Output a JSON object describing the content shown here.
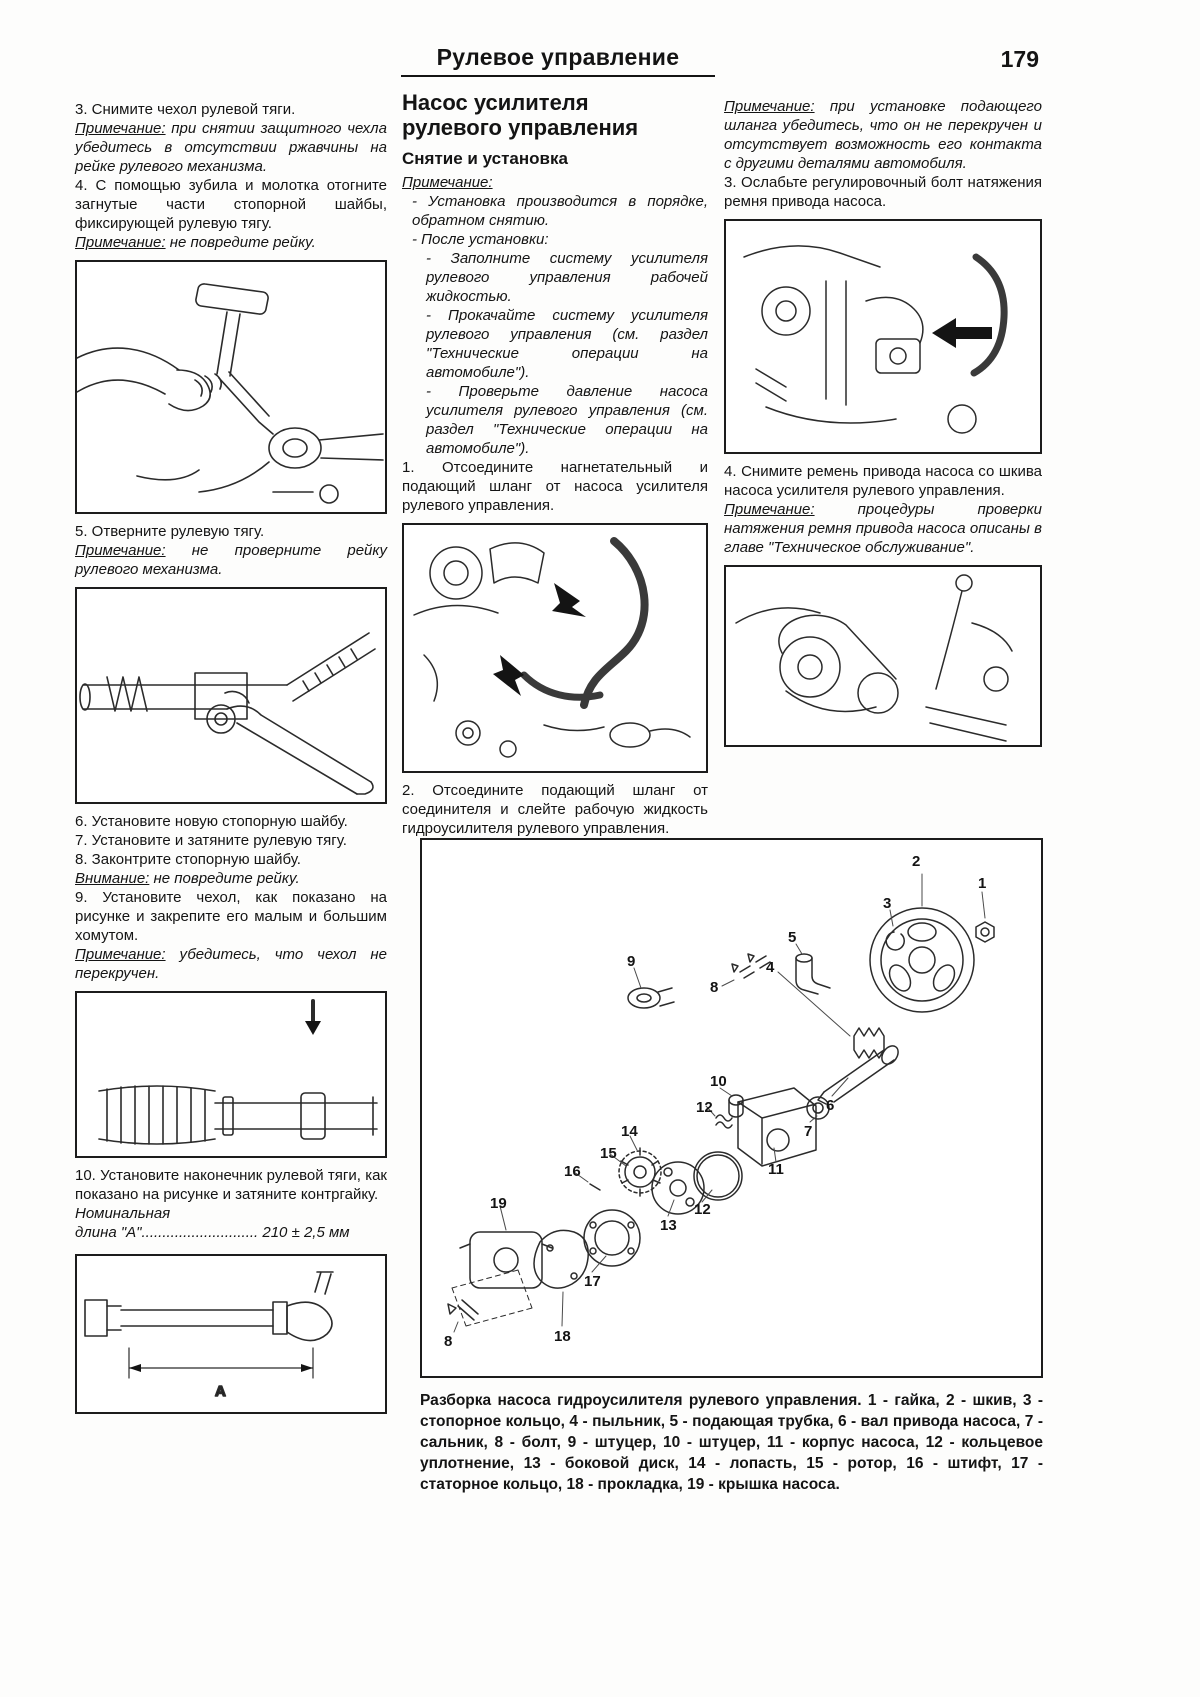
{
  "header": {
    "title": "Рулевое управление",
    "page_number": "179"
  },
  "left": {
    "step3": "3. Снимите чехол рулевой тяги.",
    "note1_label": "Примечание:",
    "note1_text": " при снятии защитного чехла убедитесь в отсутствии ржавчины на рейке рулевого механизма.",
    "step4": "4. С помощью зубила и молотка отогните загнутые части стопорной шайбы, фиксирующей рулевую тягу.",
    "note2_label": "Примечание:",
    "note2_text": " не повредите рейку.",
    "step5": "5. Отверните рулевую тягу.",
    "note3_label": "Примечание:",
    "note3_text": " не проверните рейку рулевого механизма.",
    "step6": "6. Установите новую стопорную шайбу.",
    "step7": "7. Установите и затяните рулевую тягу.",
    "step8": "8. Законтрите стопорную шайбу.",
    "warn_label": "Внимание:",
    "warn_text": " не повредите рейку.",
    "step9": "9. Установите чехол, как показано на рисунке и закрепите его малым и большим хомутом.",
    "note4_label": "Примечание:",
    "note4_text": " убедитесь, что чехол не перекручен.",
    "step10": "10. Установите наконечник рулевой тяги, как показано на рисунке и затяните контргайку.",
    "nominal_line1": "Номинальная",
    "nominal_line2": "длина \"А\"............................ 210 ± 2,5 мм",
    "dim_label": "A"
  },
  "middle": {
    "heading_line1": "Насос усилителя",
    "heading_line2": "рулевого управления",
    "subheading": "Снятие и установка",
    "note_label": "Примечание:",
    "items": [
      "- Установка производится в порядке, обратном снятию.",
      "- После установки:",
      "- Заполните систему усилителя рулевого управления рабочей жидкостью.",
      "- Прокачайте систему усилителя рулевого управления (см. раздел \"Технические операции на автомобиле\").",
      "- Проверьте давление насоса усилителя рулевого управления (см. раздел \"Технические операции на автомобиле\")."
    ],
    "step1": "1. Отсоедините нагнетательный и подающий шланг от насоса усилителя рулевого управления.",
    "step2": "2. Отсоедините подающий шланг от соединителя и слейте рабочую жидкость гидроусилителя рулевого управления."
  },
  "right": {
    "note1_label": "Примечание:",
    "note1_text": " при установке подающего шланга убедитесь, что он не перекручен и отсутствует возможность его контакта с другими деталями автомобиля.",
    "step3": "3. Ослабьте регулировочный болт натяжения ремня привода насоса.",
    "step4": "4. Снимите ремень привода насоса со шкива насоса усилителя рулевого управления.",
    "note2_label": "Примечание:",
    "note2_text": " процедуры проверки натяжения ремня привода насоса описаны в главе \"Техническое обслуживание\"."
  },
  "diagram": {
    "labels": [
      "1",
      "2",
      "3",
      "4",
      "5",
      "6",
      "7",
      "8",
      "9",
      "10",
      "11",
      "12",
      "12",
      "13",
      "14",
      "15",
      "16",
      "17",
      "18",
      "19",
      "8"
    ],
    "caption": "Разборка насоса гидроусилителя рулевого управления. 1 - гайка, 2 - шкив, 3 - стопорное кольцо, 4 - пыльник, 5 - подающая трубка, 6 - вал привода насоса, 7 - сальник, 8 - болт, 9 - штуцер, 10 - штуцер, 11 - корпус насоса, 12 - кольцевое уплотнение, 13 - боковой диск, 14 - лопасть, 15 - ротор, 16 - штифт, 17 - статорное кольцо, 18 - прокладка, 19 - крышка насоса."
  }
}
